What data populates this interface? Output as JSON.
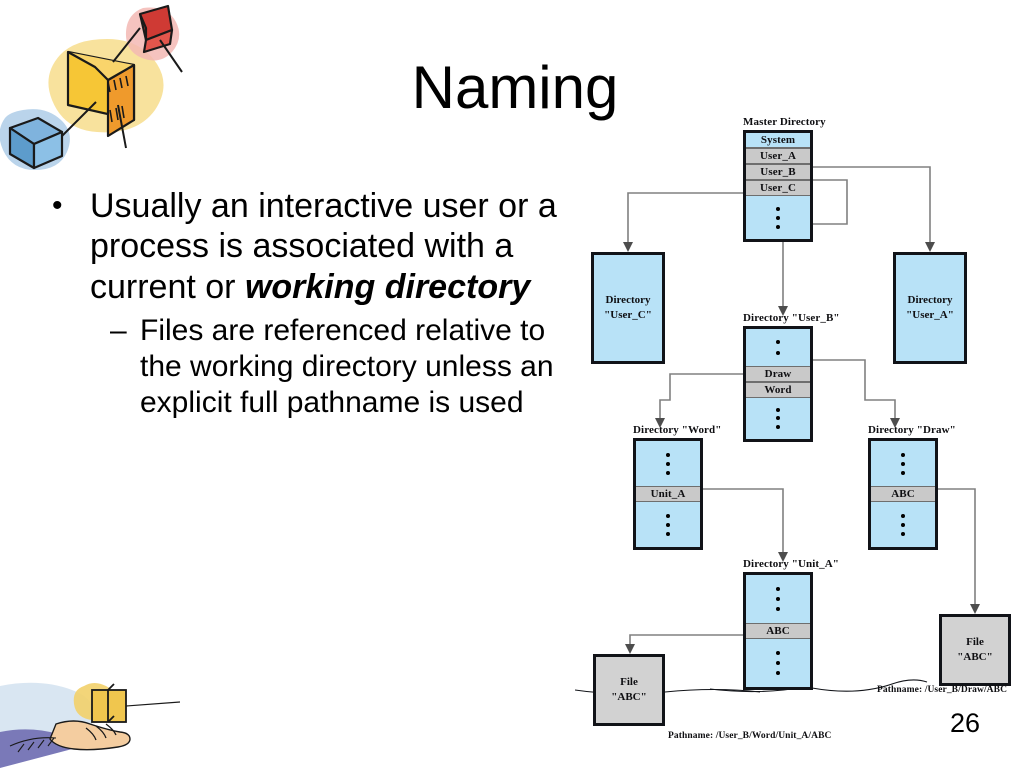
{
  "slide": {
    "title": "Naming",
    "page_number": "26"
  },
  "bullets": {
    "level1_mark": "•",
    "level1_text_plain": "Usually an interactive user or a process is associated with a current or ",
    "level1_text_emphasis": "working directory",
    "level2_mark": "–",
    "level2_text": "Files are referenced relative to the working directory unless an explicit full pathname is used"
  },
  "diagram": {
    "master": {
      "caption": "Master Directory",
      "entries": [
        "System",
        "User_A",
        "User_B",
        "User_C"
      ]
    },
    "dir_user_c": {
      "caption": "",
      "label_line1": "Directory",
      "label_line2": "\"User_C\""
    },
    "dir_user_a": {
      "caption": "",
      "label_line1": "Directory",
      "label_line2": "\"User_A\""
    },
    "dir_user_b": {
      "caption": "Directory \"User_B\"",
      "entries": [
        "Draw",
        "Word"
      ]
    },
    "dir_word": {
      "caption": "Directory \"Word\"",
      "entries": [
        "Unit_A"
      ]
    },
    "dir_draw": {
      "caption": "Directory \"Draw\"",
      "entries": [
        "ABC"
      ]
    },
    "dir_unit_a": {
      "caption": "Directory \"Unit_A\"",
      "entries": [
        "ABC"
      ]
    },
    "file_left": {
      "line1": "File",
      "line2": "\"ABC\""
    },
    "file_right": {
      "line1": "File",
      "line2": "\"ABC\""
    },
    "pathname_left": "Pathname: /User_B/Word/Unit_A/ABC",
    "pathname_right": "Pathname: /User_B/Draw/ABC"
  },
  "colors": {
    "directory_fill": "#b8e2f7",
    "entry_row_fill": "#c9c9c9",
    "file_fill": "#d2d2d2",
    "border": "#111318",
    "connector": "#808080"
  }
}
